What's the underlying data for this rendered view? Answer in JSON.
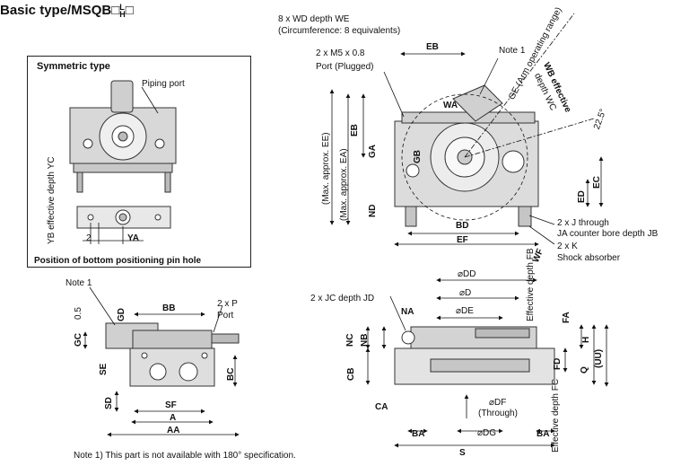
{
  "title": {
    "main": "Basic type/MSQB",
    "suffix_top": "L",
    "suffix_bottom": "H",
    "box_glyph": "□"
  },
  "symmetric": {
    "heading": "Symmetric type",
    "piping_port": "Piping port",
    "yc_label": "YB effective depth YC",
    "dim_2": "2",
    "dim_ya": "YA",
    "caption": "Position of bottom positioning pin hole"
  },
  "top_view": {
    "wd_text": "8 x WD depth WE",
    "circumference": "(Circumference: 8 equivalents)",
    "eb": "EB",
    "note1": "Note 1",
    "m5": "2 x M5 x 0.8",
    "port_plugged": "Port (Plugged)",
    "wa": "WA",
    "ge": "GE (Arm operating range)",
    "wb": "WB effective",
    "wc": "depth WC",
    "angle": "22.5°",
    "ee": "(Max. approx. EE)",
    "ea": "(Max. approx. EA)",
    "eb_v": "EB",
    "ga": "GA",
    "gb": "GB",
    "nd": "ND",
    "ed": "ED",
    "ec": "EC",
    "bd": "BD",
    "ef": "EF",
    "wf": "WF",
    "j_through": "2 x J through",
    "ja": "JA counter bore depth JB",
    "k": "2 x K",
    "shock": "Shock absorber"
  },
  "front_view": {
    "note1": "Note 1",
    "gd": "GD",
    "v05": "0.5",
    "gc": "GC",
    "bb": "BB",
    "p": "2 x P",
    "port": "Port",
    "se": "SE",
    "bc": "BC",
    "sd": "SD",
    "sf": "SF",
    "a": "A",
    "aa": "AA"
  },
  "side_view": {
    "jc": "2 x JC depth JD",
    "dd": "⌀DD",
    "d": "⌀D",
    "de": "⌀DE",
    "fb": "Effective depth FB",
    "na": "NA",
    "nc": "NC",
    "nb": "NB",
    "fa": "FA",
    "h": "H",
    "uu": "(UU)",
    "fd": "FD",
    "q": "Q",
    "cb": "CB",
    "ca": "CA",
    "df": "⌀DF",
    "through": "(Through)",
    "fc": "Effective depth FC",
    "ba1": "BA",
    "dg": "⌀DG",
    "ba2": "BA",
    "s": "S"
  },
  "footnote": "Note 1) This part is not available with 180° specification."
}
